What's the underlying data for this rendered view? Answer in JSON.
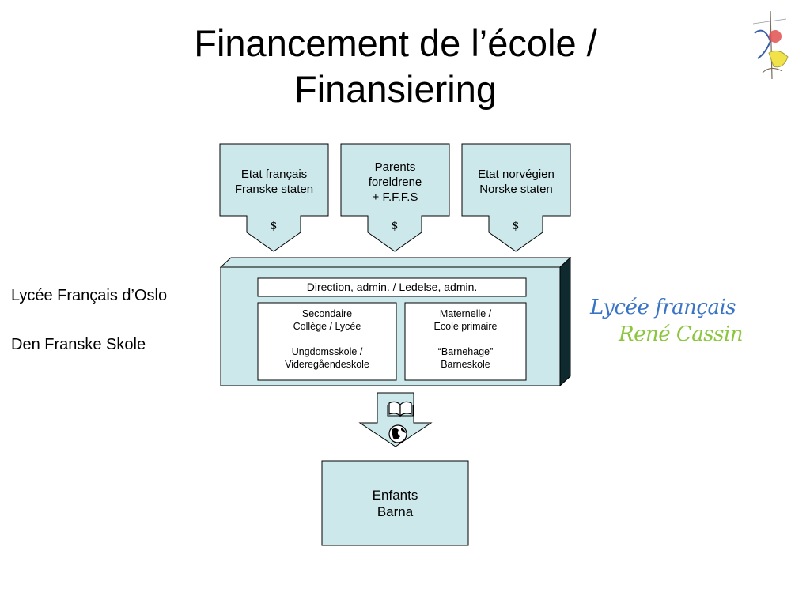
{
  "title": {
    "line1": "Financement de l’école /",
    "line2": "Finansiering"
  },
  "school_labels": {
    "fr": "Lycée Français d’Oslo",
    "no": "Den Franske Skole"
  },
  "funders": [
    {
      "line1": "Etat français",
      "line2": "Franske staten",
      "line3": "",
      "arrow_symbol": "$"
    },
    {
      "line1": "Parents",
      "line2": "foreldrene",
      "line3": "+ F.F.F.S",
      "arrow_symbol": "$"
    },
    {
      "line1": "Etat norvégien",
      "line2": "Norske staten",
      "line3": "",
      "arrow_symbol": "$"
    }
  ],
  "school": {
    "direction": "Direction, admin. / Ledelse, admin.",
    "secondary": {
      "line1": "Secondaire",
      "line2": "Collège / Lycée",
      "line3": "Ungdomsskole /",
      "line4": "Videregåendeskole"
    },
    "primary": {
      "line1": "Maternelle /",
      "line2": "Ecole primaire",
      "line3": "“Barnehage”",
      "line4": "Barneskole"
    }
  },
  "output_arrow": {
    "book_icon": "book-icon",
    "globe_icon": "globe-icon"
  },
  "children": {
    "line1": "Enfants",
    "line2": "Barna"
  },
  "logo": {
    "line1": "Lycée français",
    "line2": "René Cassin"
  },
  "colors": {
    "box_fill": "#cce8ea",
    "stroke": "#000000",
    "logo_blue": "#3a74c4",
    "logo_green": "#8cc63f"
  }
}
